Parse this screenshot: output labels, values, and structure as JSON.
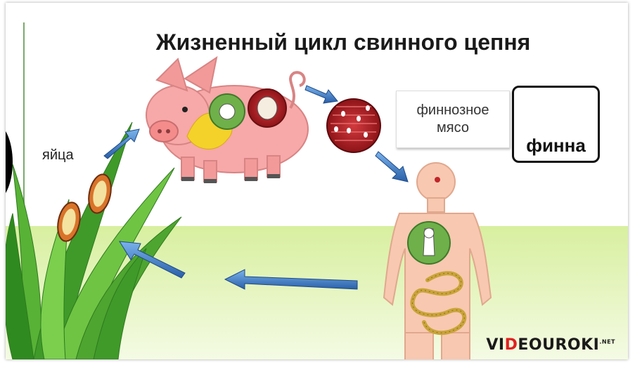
{
  "title": "Жизненный цикл свинного цепня",
  "labels": {
    "eggs": "яйца",
    "meat_line1": "финнозное",
    "meat_line2": "мясо",
    "finna": "финна"
  },
  "logo": {
    "part1": "VI",
    "part2": "D",
    "part3": "EOUROKI",
    "suffix": ".NET"
  },
  "colors": {
    "ground": "#e6f5c7",
    "pig": "#f7a8a8",
    "arrow": "#3a78c2",
    "grass": "#3f9a2a",
    "human": "#f8c8b0",
    "muscle": "#c0262a"
  },
  "icons": [
    "pig-illustration",
    "grass-illustration",
    "egg-icon",
    "muscle-tissue-icon",
    "human-silhouette",
    "tapeworm-icon",
    "finna-cyst-icon",
    "scolex-icon"
  ]
}
